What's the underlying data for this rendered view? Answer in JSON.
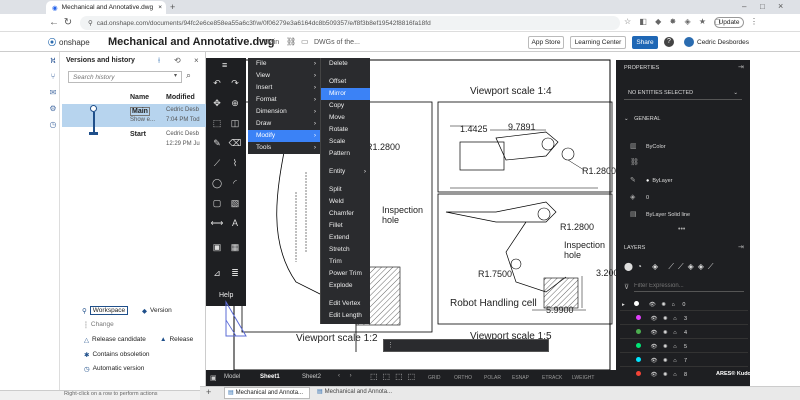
{
  "browser": {
    "tab_title": "Mechanical and Annotative.dwg",
    "url": "cad.onshape.com/documents/94fc2e6ce858ea55a6c3f/w/0f06279e3a6164dc8b509357/e/f8f3b8ef19542f8816fa18fd",
    "update_label": "Update"
  },
  "header": {
    "logo": "onshape",
    "doc_title": "Mechanical and Annotative.dwg",
    "branch": "Main",
    "folder": "DWGs of the...",
    "app_store": "App Store",
    "learning_center": "Learning Center",
    "share": "Share",
    "help": "?",
    "user": "Cedric Desbordes"
  },
  "versions": {
    "title": "Versions and history",
    "search_placeholder": "Search history",
    "col_name": "Name",
    "col_modified": "Modified",
    "rows": [
      {
        "name": "Main",
        "sub": "Show e...",
        "user": "Cedric Desb",
        "time": "7:04 PM Tod"
      },
      {
        "name": "Start",
        "sub": "",
        "user": "Cedric Desb",
        "time": "12:29 PM Ju"
      }
    ],
    "legend": {
      "workspace": "Workspace",
      "version": "Version",
      "change": "Change",
      "release_candidate": "Release candidate",
      "release": "Release",
      "contains_obsolete": "Contains obsoletion",
      "automatic_version": "Automatic version"
    }
  },
  "status_left": "Right-click on a row to perform actions",
  "menu1": {
    "items": [
      "File",
      "View",
      "Insert",
      "Format",
      "Dimension",
      "Draw",
      "Modify",
      "Tools"
    ],
    "help": "Help"
  },
  "menu2": {
    "items": [
      "Delete",
      "Offset",
      "Mirror",
      "Copy",
      "Move",
      "Rotate",
      "Scale",
      "Pattern",
      "Entity",
      "Split",
      "Weld",
      "Chamfer",
      "Fillet",
      "Extend",
      "Stretch",
      "Trim",
      "Power Trim",
      "Explode",
      "Edit Vertex",
      "Edit Length"
    ]
  },
  "drawing": {
    "viewport_14": "Viewport scale 1:4",
    "viewport_12": "Viewport scale 1:2",
    "viewport_15": "Viewport scale 1:5",
    "dim_1": "1.4425",
    "dim_2": "9.7891",
    "dim_3": "R1.2800",
    "dim_4": "R1.2800",
    "dim_5": "R1.7500",
    "dim_6": "3.200",
    "dim_7": "5.9900",
    "dim_8": "R1.2800",
    "inspection_1": "Inspection",
    "hole_1": "hole",
    "inspection_2": "Inspection",
    "hole_2": "hole",
    "robot_label": "Robot Handling cell"
  },
  "props": {
    "title": "PROPERTIES",
    "selection": "NO ENTITIES SELECTED",
    "general": "GENERAL",
    "color": "ByColor",
    "layer": "ByLayer",
    "lineweight": "0",
    "linetype": "ByLayer  Solid line"
  },
  "layers": {
    "title": "LAYERS",
    "filter_placeholder": "Filter Expression...",
    "rows": [
      "0",
      "3",
      "4",
      "5",
      "7",
      "8"
    ],
    "brand": "ARES® Kudo"
  },
  "cadbar": {
    "model": "Model",
    "sheet1": "Sheet1",
    "sheet2": "Sheet2",
    "toggles": [
      "GRID",
      "ORTHO",
      "POLAR",
      "ESNAP",
      "ETRACK",
      "LWEIGHT"
    ]
  },
  "doc_tabs": [
    "Mechanical and Annota...",
    "Mechanical and Annota..."
  ]
}
